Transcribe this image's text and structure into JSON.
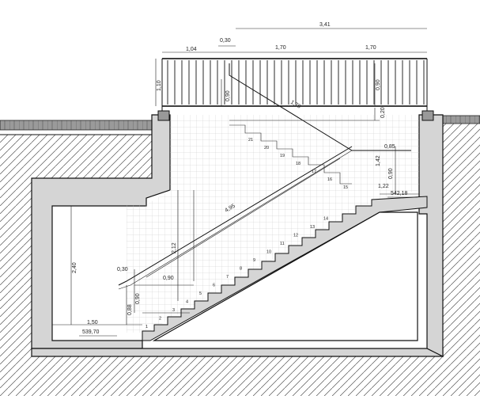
{
  "drawing": {
    "dimensions": {
      "total_width": "3,41",
      "seg_a": "1,04",
      "seg_b": "0,30",
      "seg_c": "1,70",
      "seg_d": "1,70",
      "rail_height_left": "1,10",
      "rail_height_mid": "0,90",
      "rail_height_right": "0,90",
      "sill": "0,20",
      "upper_handrail": "1,70",
      "flight_length": "4,95",
      "height_total": "2,40",
      "stair_rise": "2,12",
      "landing_width": "1,50",
      "bottom_offset": "0,30",
      "bottom_run": "0,90",
      "low_a": "0,88",
      "low_b": "0,90",
      "right_a": "0,85",
      "right_b": "1,42",
      "right_c": "0,90",
      "right_d": "1,22"
    },
    "levels": {
      "bottom": "539,70",
      "top": "542,18"
    },
    "steps_lower": [
      "1",
      "2",
      "3",
      "4",
      "5",
      "6",
      "7",
      "8",
      "9",
      "10",
      "11",
      "12",
      "13",
      "14"
    ],
    "steps_upper": [
      "15",
      "16",
      "17",
      "18",
      "19",
      "20",
      "21"
    ]
  }
}
